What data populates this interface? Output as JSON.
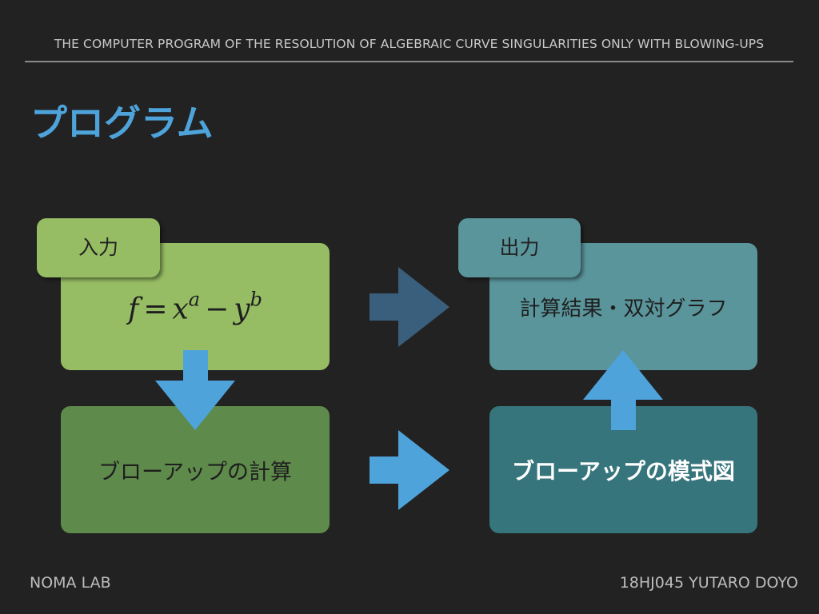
{
  "header": {
    "text": "THE COMPUTER PROGRAM OF THE RESOLUTION OF ALGEBRAIC CURVE SINGULARITIES ONLY WITH BLOWING-UPS"
  },
  "title": "プログラム",
  "input": {
    "tab_label": "入力",
    "formula": {
      "f": "f",
      "eq": "=",
      "x": "x",
      "a": "a",
      "minus": "−",
      "y": "y",
      "b": "b"
    }
  },
  "calc": {
    "label": "ブローアップの計算"
  },
  "output": {
    "tab_label": "出力",
    "label": "計算結果・双対グラフ"
  },
  "diagram": {
    "label": "ブローアップの模式図"
  },
  "colors": {
    "background": "#222222",
    "title": "#4ea3db",
    "input_box": "#96bd64",
    "calc_box": "#5e8a4b",
    "output_box": "#5a959c",
    "diagram_box": "#37757d",
    "arrow_blue": "#4ea3db",
    "arrow_dark": "#3a5f7d"
  },
  "footer": {
    "left": "NOMA LAB",
    "right": "18HJ045 YUTARO DOYO"
  }
}
